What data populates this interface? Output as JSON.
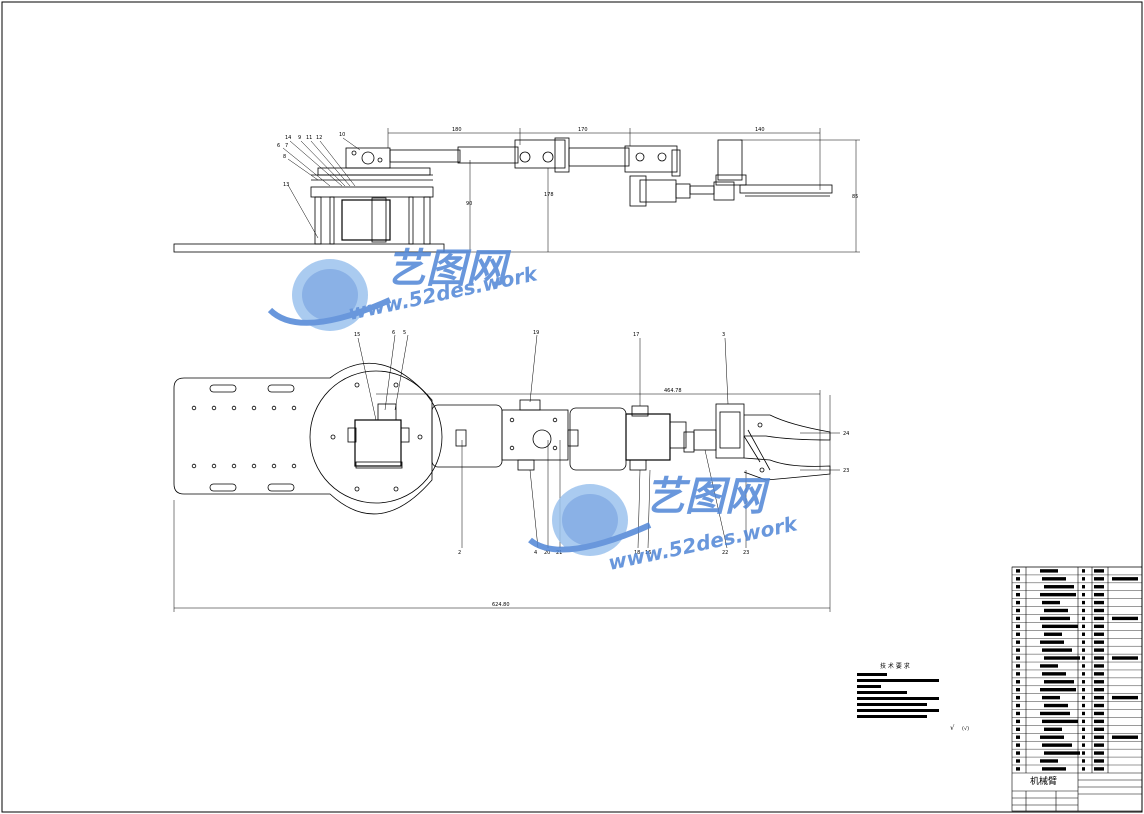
{
  "drawing": {
    "title": "机械臂",
    "tech_requirements_title": "技 术 要 求",
    "roughness_symbol": "√",
    "roughness_label": "(√)"
  },
  "dimensions": {
    "top_arm_1": "180",
    "top_arm_2": "170",
    "top_arm_3": "140",
    "top_height_a": "90",
    "top_height_b": "178",
    "top_height_c": "85",
    "bottom_total": "624.80",
    "bottom_span": "464.78"
  },
  "callouts_top": [
    "14",
    "9",
    "11",
    "12",
    "10",
    "6",
    "7",
    "8",
    "13"
  ],
  "callouts_bottom": [
    "15",
    "6",
    "5",
    "19",
    "17",
    "3",
    "24",
    "23",
    "2",
    "4",
    "20",
    "21",
    "18",
    "16",
    "22",
    "23"
  ],
  "watermark": {
    "brand": "艺图网",
    "url": "www.52des.work"
  },
  "colors": {
    "line": "#000000",
    "watermark_blue": "#4f86d6",
    "watermark_light": "#9cc2ee"
  }
}
